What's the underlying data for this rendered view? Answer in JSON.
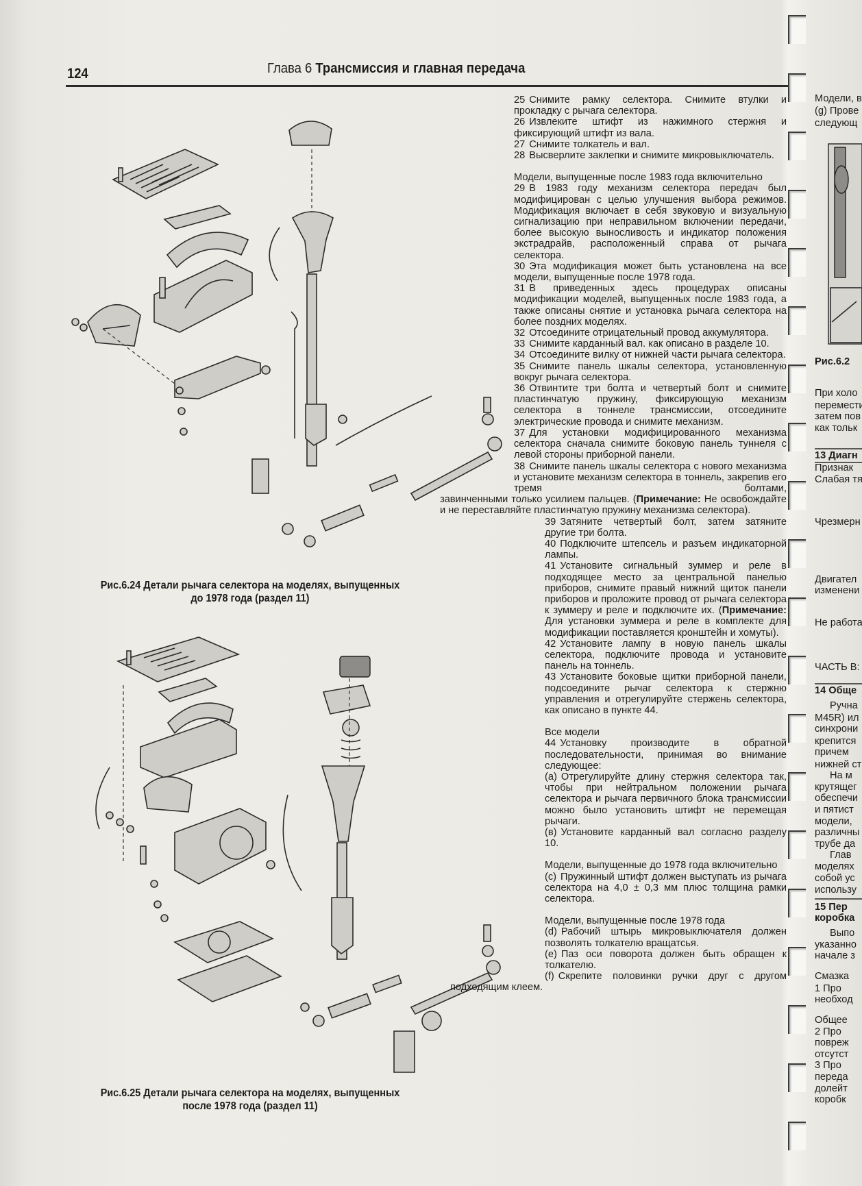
{
  "header": {
    "page_number": "124",
    "chapter_label": "Глава 6",
    "chapter_title": "Трансмиссия и главная передача"
  },
  "figures": [
    {
      "number": "Рис.6.24",
      "caption_line1": "Детали рычага селектора на моделях, выпущенных",
      "caption_line2": "до 1978 года (раздел 11)"
    },
    {
      "number": "Рис.6.25",
      "caption_line1": "Детали рычага селектора на моделях, выпущенных",
      "caption_line2": "после 1978 года (раздел 11)"
    }
  ],
  "column1": {
    "p25": {
      "num": "25",
      "text": "Снимите рамку селектора. Снимите втулки и прокладку с рычага селектора."
    },
    "p26": {
      "num": "26",
      "text": "Извлеките штифт из нажимного стержня и фиксирующий штифт из вала."
    },
    "p27": {
      "num": "27",
      "text": "Снимите толкатель и вал."
    },
    "p28": {
      "num": "28",
      "text": "Высверлите заклепки и снимите микровыключатель."
    },
    "heading_after_1983": "Модели, выпущенные после 1983 года включительно",
    "p29": {
      "num": "29",
      "text": "В 1983 году механизм селектора передач был модифицирован с целью улучшения выбора режимов. Модификация включает в себя звуковую и визуальную сигнализацию при неправильном включении передачи, более высокую выносливость и индикатор положения экстрадрайв, расположенный справа от рычага селектора."
    },
    "p30": {
      "num": "30",
      "text": "Эта модификация может быть установлена на все модели, выпущенные после 1978 года."
    },
    "p31": {
      "num": "31",
      "text": "В приведенных здесь процедурах описаны модификации моделей, выпущенных после 1983 года, а также описаны снятие и установка рычага селектора на более поздних моделях."
    },
    "p32": {
      "num": "32",
      "text": "Отсоедините отрицательный провод аккумулятора."
    },
    "p33": {
      "num": "33",
      "text": "Снимите карданный вал. как описано в разделе 10."
    },
    "p34": {
      "num": "34",
      "text": "Отсоедините вилку от нижней части рычага селектора."
    },
    "p35": {
      "num": "35",
      "text": "Снимите панель шкалы селектора, установленную вокруг рычага селектора."
    },
    "p36": {
      "num": "36",
      "text": "Отвинтите три болта и четвертый болт и снимите пластинчатую пружину, фиксирующую механизм селектора в тоннеле трансмиссии, отсоедините электрические провода и снимите механизм."
    },
    "p37": {
      "num": "37",
      "text": "Для установки модифицированного механизма селектора сначала снимите боковую панель туннеля с левой стороны приборной панели."
    },
    "p38": {
      "num": "38",
      "text": "Снимите панель шкалы селектора с нового механизма и установите механизм селектора в тоннель, закрепив его тремя болтами,"
    },
    "p38_cont": {
      "text": "завинченными только усилием пальцев. (",
      "note_label": "Примечание:",
      "note_text": " Не освобождайте и не переставляйте пластинчатую пружину механизма селектора)."
    }
  },
  "column2": {
    "p39": {
      "num": "39",
      "text": "Затяните четвертый болт, затем затяните другие три болта."
    },
    "p40": {
      "num": "40",
      "text": "Подключите штепсель и разъем индикаторной лампы."
    },
    "p41": {
      "num": "41",
      "text": "Установите сигнальный зуммер и реле в подходящее место за центральной панелью приборов, снимите правый нижний щиток панели приборов и проложите провод от рычага селектора к зуммеру и реле и подключите их. (",
      "note_label": "Примечание:",
      "note_text": " Для установки зуммера и реле в комплекте для модификации поставляется кронштейн и хомуты)."
    },
    "p42": {
      "num": "42",
      "text": "Установите лампу в новую панель шкалы селектора, подключите провода и установите панель на тоннель."
    },
    "p43": {
      "num": "43",
      "text": "Установите боковые щитки приборной панели, подсоедините рычаг селектора к стержню управления и отрегулируйте стержень селектора, как описано в пункте 44."
    },
    "heading_all": "Все модели",
    "p44": {
      "num": "44",
      "text": "Установку производите в обратной последовательности, принимая во внимание следующее:"
    },
    "pa": {
      "num": "(а)",
      "text": "Отрегулируйте длину стержня селектора так, чтобы при нейтральном положении рычага селектора и рычага первичного блока трансмиссии можно было установить штифт не перемещая рычаги."
    },
    "pb": {
      "num": "(в)",
      "text": "Установите карданный вал согласно разделу 10."
    },
    "heading_to_1978": "Модели, выпущенные до 1978 года включительно",
    "pc": {
      "num": "(с)",
      "text": "Пружинный штифт должен выступать из рычага селектора на 4,0 ± 0,3 мм плюс толщина рамки селектора."
    },
    "heading_after_1978": "Модели, выпущенные после 1978 года",
    "pd": {
      "num": "(d)",
      "text": "Рабочий штырь микровыключателя должен позволять толкателю вращатсья."
    },
    "pe": {
      "num": "(e)",
      "text": "Паз оси поворота должен быть обращен к толкателю."
    },
    "pf": {
      "num": "(f)",
      "text": "Скрепите половинки ручки друг с другом"
    },
    "pf_cont": "подходящим клеем."
  },
  "adjacent_page": {
    "lines": [
      "Модели, в",
      "(g)  Прове",
      "следующ",
      "Рис.6.2",
      "При   холо",
      "перемести",
      "затем пов",
      "как  тольк",
      "13  Диагн",
      "Признак",
      "Слабая тя",
      "Чрезмерн",
      "Двигател",
      "изменени",
      "Не работа",
      "ЧАСТЬ В:",
      "14  Обще",
      "Ручна",
      "M45R) ил",
      "синхрони",
      "крепится",
      "причем",
      "нижней ст",
      "На м",
      "крутящег",
      "обеспечи",
      "и  пятист",
      "модели,",
      "различны",
      "трубе да",
      "Глав",
      "моделях",
      "собой ус",
      "использу",
      "15  Пер",
      "коробка",
      "Выпо",
      "указанно",
      "начале з",
      "Смазка",
      "1   Про",
      "необход",
      "Общее",
      "2   Про",
      "повреж",
      "отсутст",
      "3   Про",
      "переда",
      "долейт",
      "коробк"
    ]
  }
}
